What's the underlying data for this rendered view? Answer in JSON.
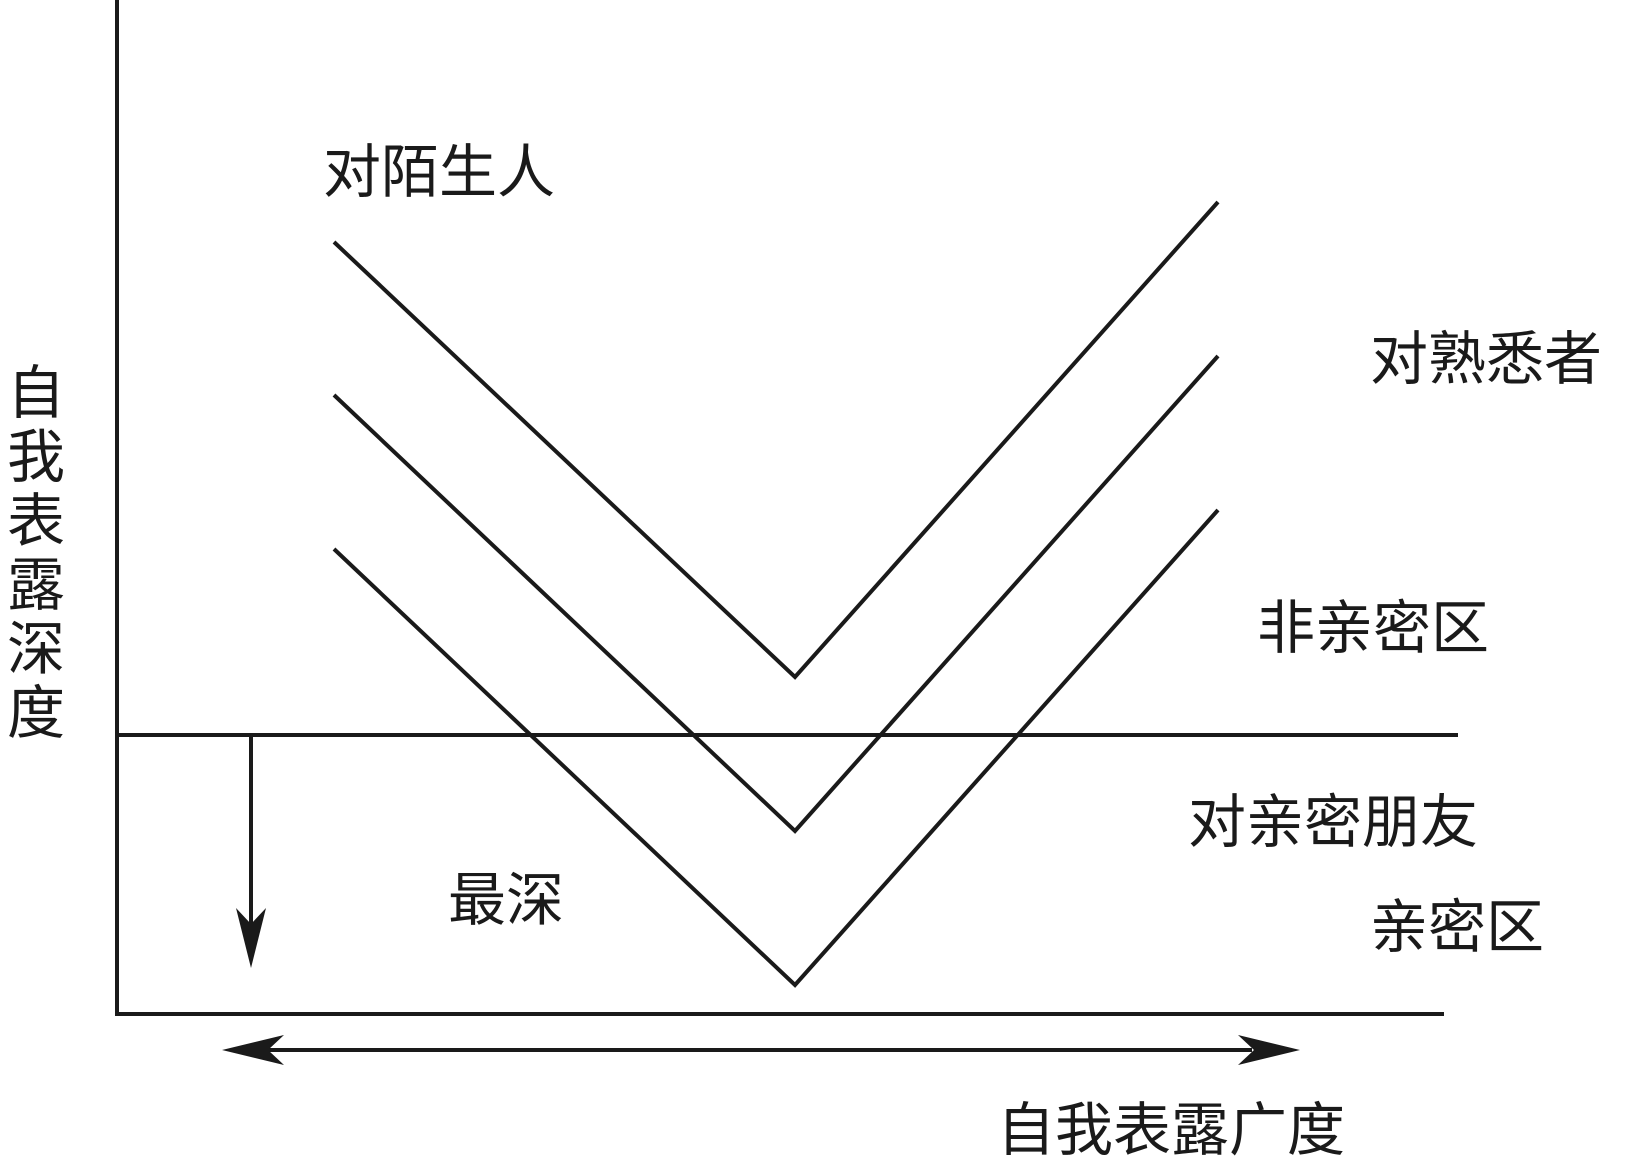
{
  "labels": {
    "stranger": "对陌生人",
    "acquaintance": "对熟悉者",
    "non_intimate_zone": "非亲密区",
    "close_friend": "对亲密朋友",
    "deepest": "最深",
    "intimate_zone": "亲密区",
    "y_axis": "自我表露深度",
    "x_axis": "自我表露广度"
  },
  "colors": {
    "ink": "#1a1a1a",
    "background": "#ffffff"
  }
}
